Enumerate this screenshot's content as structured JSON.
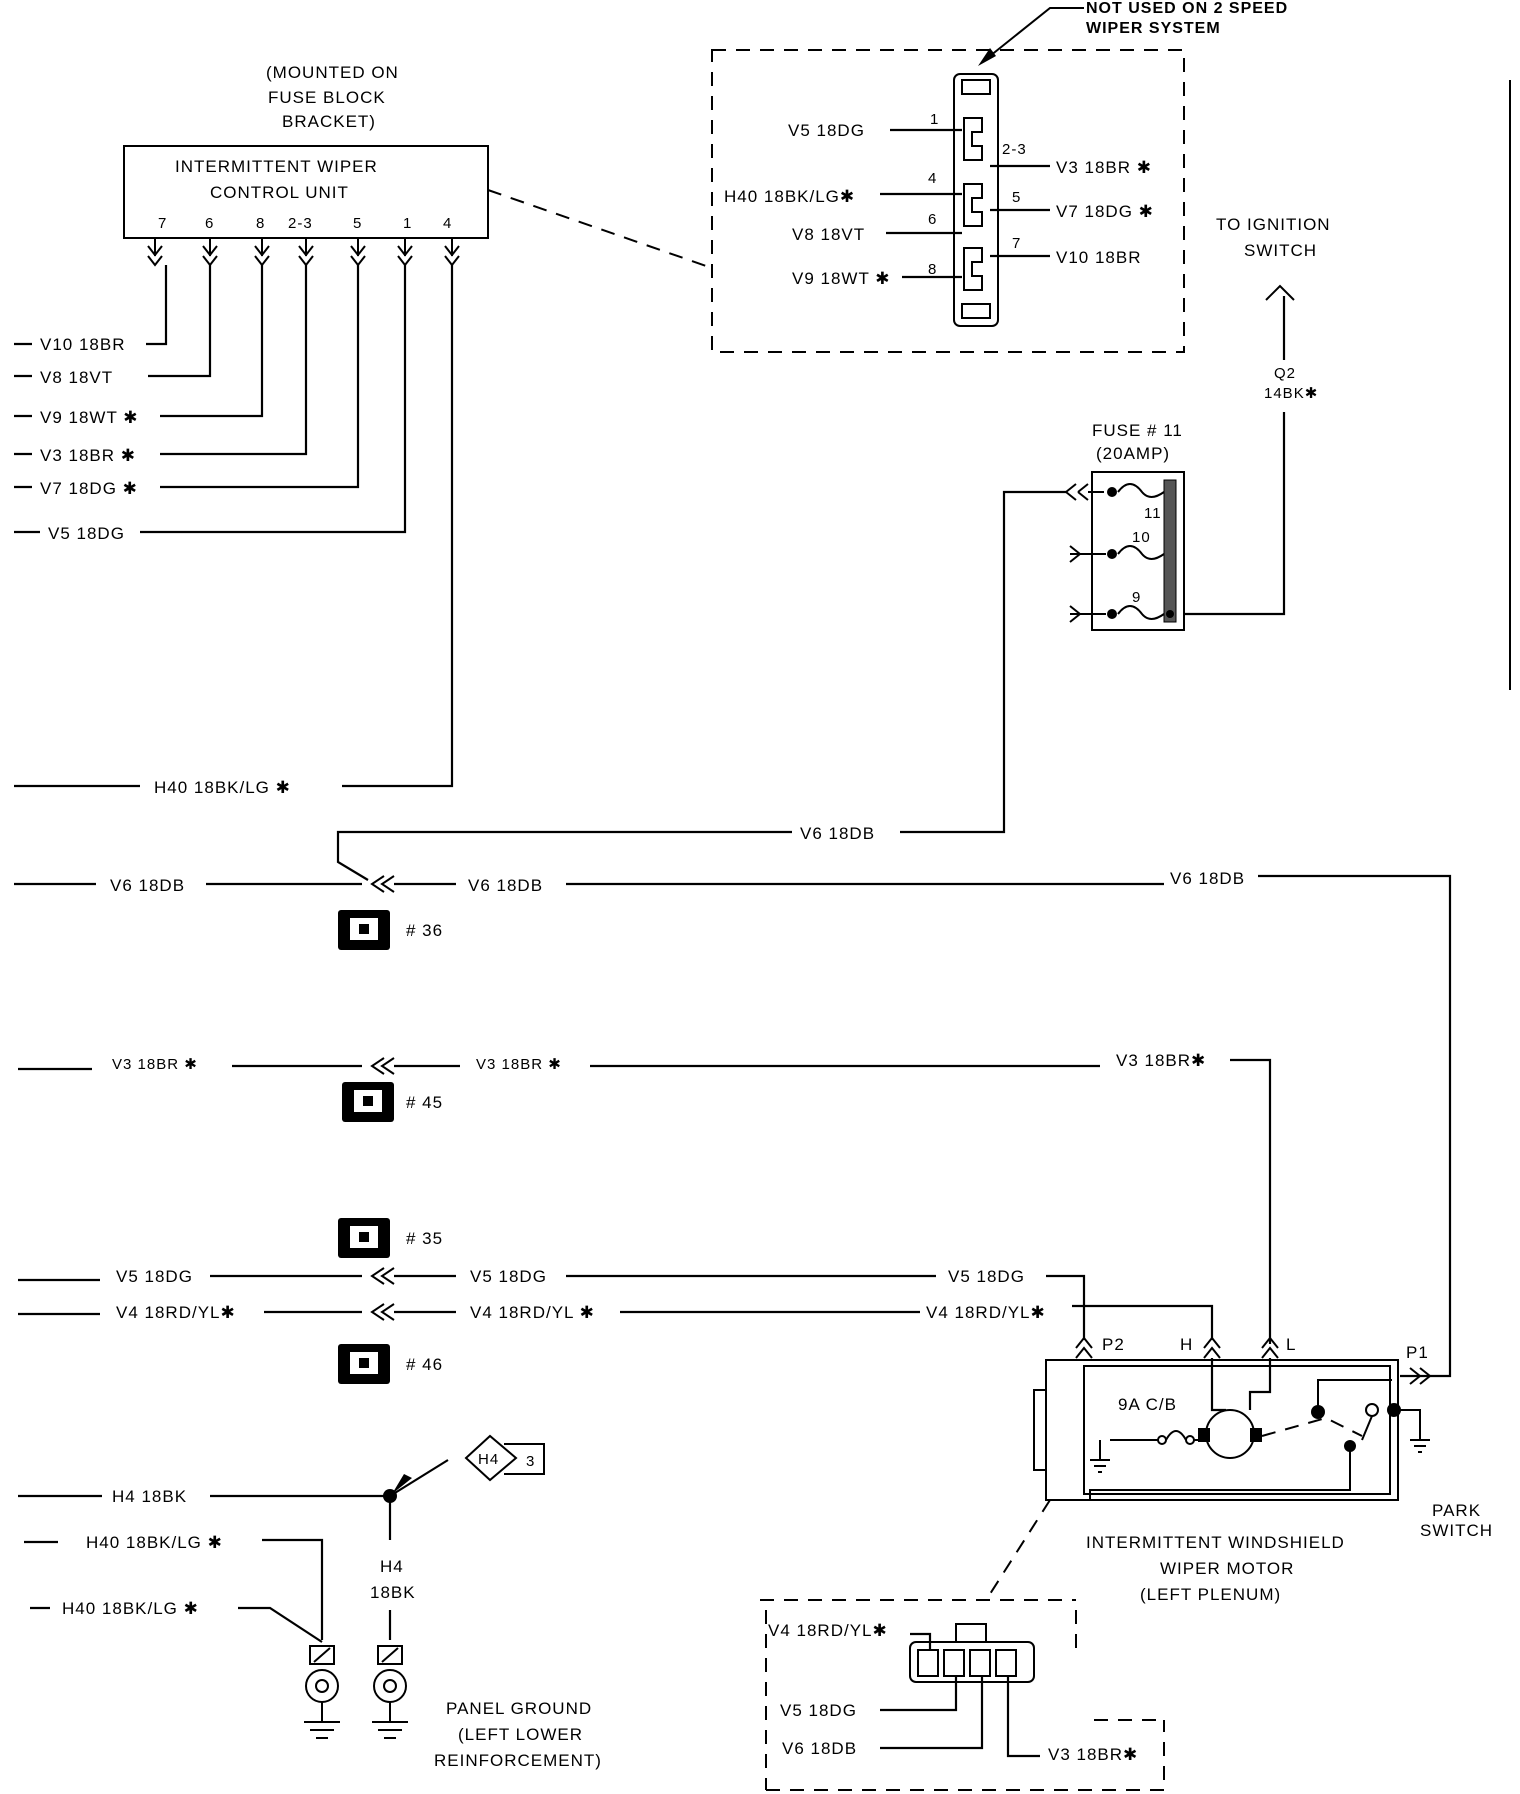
{
  "title_note": {
    "line1": "NOT USED ON 2 SPEED",
    "line2": "WIPER SYSTEM"
  },
  "control_unit": {
    "mount_note": [
      "(MOUNTED ON",
      "FUSE BLOCK",
      "BRACKET)"
    ],
    "name": [
      "INTERMITTENT WIPER",
      "CONTROL UNIT"
    ],
    "pins": [
      "7",
      "6",
      "8",
      "2-3",
      "5",
      "1",
      "4"
    ]
  },
  "left_wires": [
    {
      "label": "V10  18BR"
    },
    {
      "label": "V8  18VT"
    },
    {
      "label": "V9  18WT ✱"
    },
    {
      "label": "V3  18BR ✱"
    },
    {
      "label": "V7  18DG ✱"
    },
    {
      "label": "V5  18DG"
    }
  ],
  "connector_detail": {
    "left_labels": [
      {
        "pin": "1",
        "label": "V5  18DG"
      },
      {
        "pin": "4",
        "label": "H40  18BK/LG✱"
      },
      {
        "pin": "6",
        "label": "V8  18VT"
      },
      {
        "pin": "8",
        "label": "V9  18WT ✱"
      }
    ],
    "right_labels": [
      {
        "pin": "2-3",
        "label": "V3  18BR ✱"
      },
      {
        "pin": "5",
        "label": "V7  18DG ✱"
      },
      {
        "pin": "7",
        "label": "V10  18BR"
      }
    ]
  },
  "ignition": {
    "label": [
      "TO IGNITION",
      "SWITCH"
    ],
    "wire": [
      "Q2",
      "14BK✱"
    ]
  },
  "fuse": {
    "label": [
      "FUSE # 11",
      "(20AMP)"
    ],
    "numbers": [
      "11",
      "10",
      "9"
    ]
  },
  "wires": {
    "h40_main": "H40  18BK/LG ✱",
    "v6_a": "V6  18DB",
    "v6_b": "V6  18DB",
    "v6_c": "V6  18DB",
    "v6_d": "V6  18DB",
    "v3_a": "V3  18BR ✱",
    "v3_b": "V3  18BR ✱",
    "v3_c": "V3  18BR✱",
    "v5_a": "V5  18DG",
    "v5_b": "V5  18DG",
    "v5_c": "V5  18DG",
    "v4_a": "V4  18RD/YL✱",
    "v4_b": "V4  18RD/YL ✱",
    "v4_c": "V4  18RD/YL✱",
    "h4_a": "H4  18BK",
    "h40_b": "H40  18BK/LG ✱",
    "h40_c": "H40  18BK/LG ✱",
    "h4_vert": [
      "H4",
      "18BK"
    ]
  },
  "splices": {
    "s36": "# 36",
    "s45": "# 45",
    "s35": "# 35",
    "s46": "# 46"
  },
  "ref_badge": {
    "left": "H4",
    "right": "3"
  },
  "panel_ground": [
    "PANEL GROUND",
    "(LEFT LOWER",
    "REINFORCEMENT)"
  ],
  "motor": {
    "pins": {
      "p2": "P2",
      "h": "H",
      "l": "L",
      "p1": "P1"
    },
    "breaker": "9A  C/B",
    "label": [
      "INTERMITTENT WINDSHIELD",
      "WIPER MOTOR",
      "(LEFT PLENUM)"
    ],
    "park_switch": [
      "PARK",
      "SWITCH"
    ]
  },
  "motor_connector": {
    "labels": [
      "V4  18RD/YL✱",
      "V5  18DG",
      "V6  18DB",
      "V3  18BR✱"
    ]
  }
}
